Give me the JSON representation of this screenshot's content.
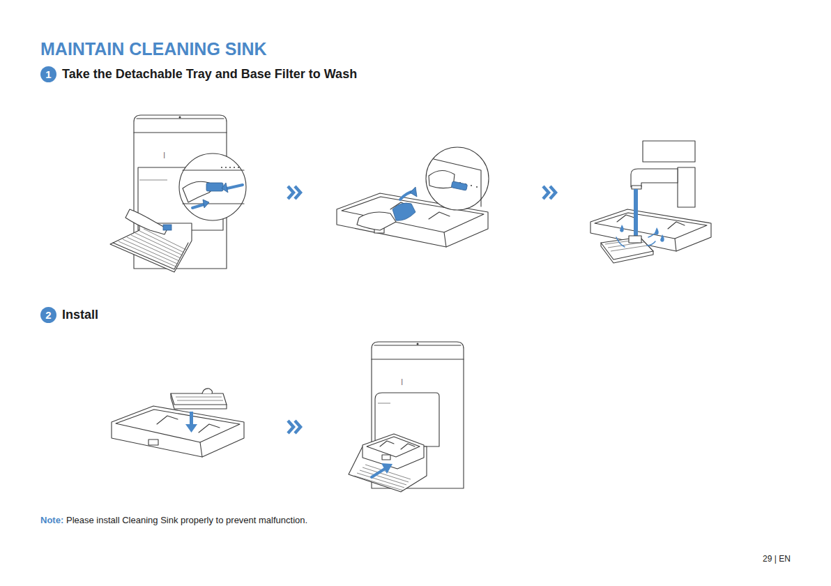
{
  "diagram": {
    "title": "MAINTAIN CLEANING SINK",
    "nodes": [
      {
        "text": [
          "1",
          "Take the Detachable Tray and Base Filter to Wash"
        ]
      },
      {
        "text": [
          "2",
          "Install"
        ]
      }
    ],
    "labels": [
      "Note:",
      "Please install Cleaning Sink properly to prevent malfunction.",
      "29 | EN"
    ]
  }
}
